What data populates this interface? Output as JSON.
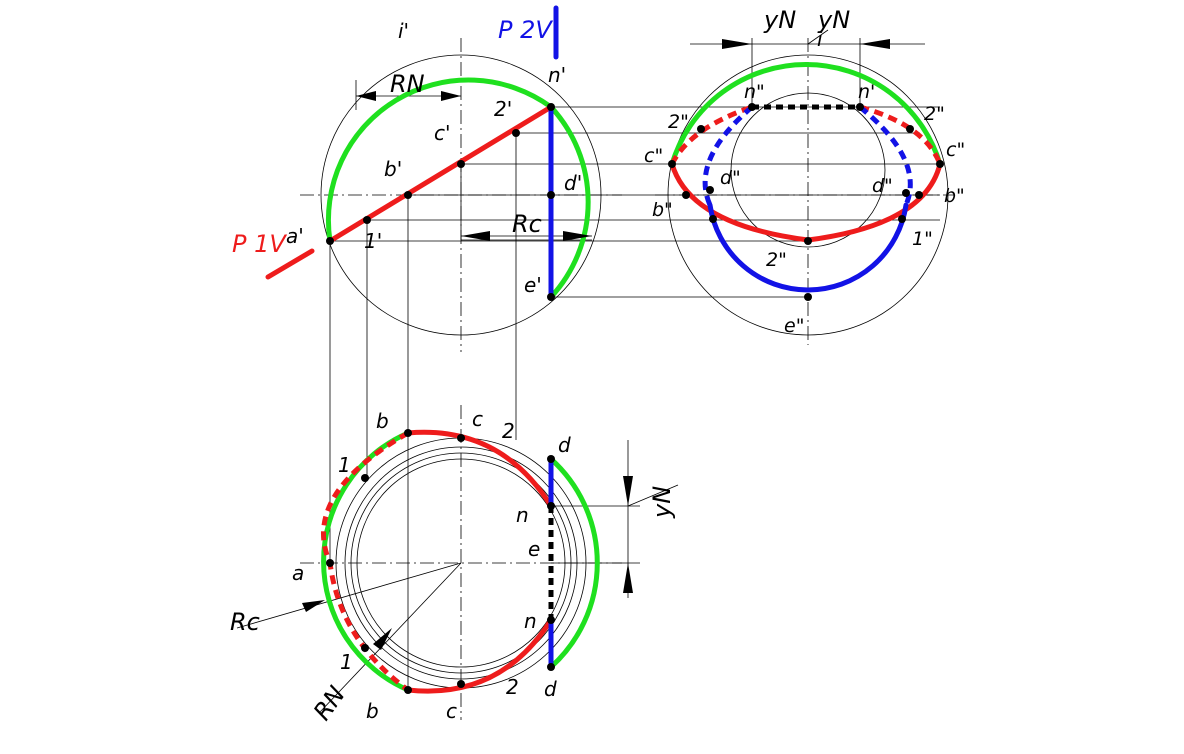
{
  "diagram": {
    "plane_labels": {
      "p1v": "P 1V",
      "p2v": "P 2V"
    },
    "axis_label": "i'",
    "profile_axis_label": "i",
    "dimension_labels": {
      "rn": "RN",
      "rc": "Rc",
      "yn": "yN"
    },
    "front_view": {
      "points": {
        "a": "a'",
        "b": "b'",
        "c": "c'",
        "one": "1'",
        "two": "2'",
        "d": "d'",
        "e": "e'",
        "n": "n'"
      }
    },
    "profile_view": {
      "points": {
        "c_left": "c\"",
        "c_right": "c\"",
        "two_left": "2\"",
        "two_right": "2\"",
        "n_left": "n\"",
        "n_right": "n'",
        "d_left": "d\"",
        "d_right": "d\"",
        "b_left": "b\"",
        "b_right": "b\"",
        "one": "1\"",
        "two_bottom": "2\"",
        "e": "e\""
      }
    },
    "top_view": {
      "points": {
        "b_top": "b",
        "c_top": "c",
        "two_top": "2",
        "d_top": "d",
        "one_top": "1",
        "a": "a",
        "n_top": "n",
        "e": "e",
        "n_bottom": "n",
        "one_bottom": "1",
        "two_bottom": "2",
        "d_bottom": "d",
        "b_bottom": "b",
        "c_bottom": "c"
      }
    },
    "colors": {
      "sphere_outline_visible": "#1fe01f",
      "plane_p1": "#ee1c1c",
      "plane_p2": "#1212e6",
      "hidden_n_line": "#000000"
    }
  }
}
